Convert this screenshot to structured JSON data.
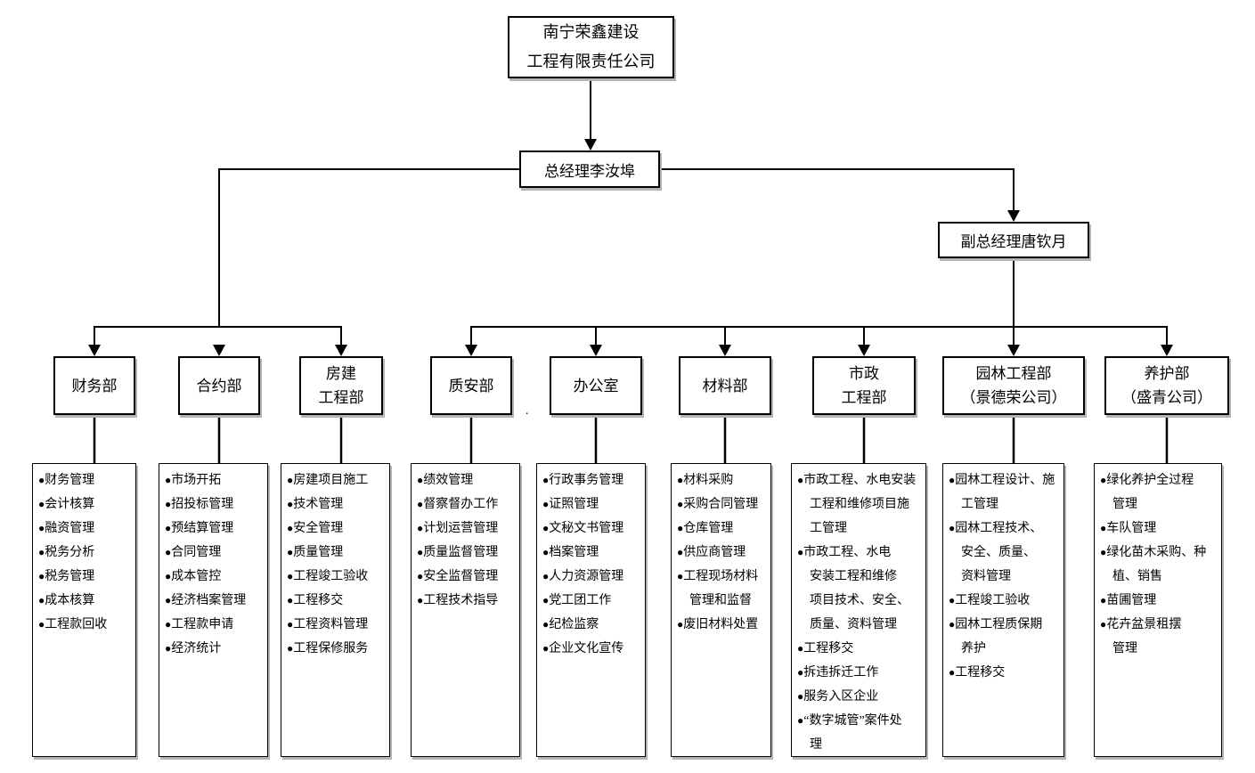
{
  "diagram": {
    "company": "南宁荣鑫建设\n工程有限责任公司",
    "general_manager": "总经理李汝埠",
    "deputy_general_manager": "副总经理唐钦月",
    "bullet_icon": "●",
    "stray_mark": ".",
    "departments": [
      {
        "name": "财务部",
        "duties": [
          "财务管理",
          "会计核算",
          "融资管理",
          "税务分析",
          "税务管理",
          "成本核算",
          "工程款回收"
        ]
      },
      {
        "name": "合约部",
        "duties": [
          "市场开拓",
          "招投标管理",
          "预结算管理",
          "合同管理",
          "成本管控",
          "经济档案管理",
          "工程款申请",
          "经济统计"
        ]
      },
      {
        "name": "房建\n工程部",
        "duties": [
          "房建项目施工",
          "技术管理",
          "安全管理",
          "质量管理",
          "工程竣工验收",
          "工程移交",
          "工程资料管理",
          "工程保修服务"
        ]
      },
      {
        "name": "质安部",
        "duties": [
          "绩效管理",
          "督察督办工作",
          "计划运营管理",
          "质量监督管理",
          "安全监督管理",
          "工程技术指导"
        ]
      },
      {
        "name": "办公室",
        "duties": [
          "行政事务管理",
          "证照管理",
          "文秘文书管理",
          "档案管理",
          "人力资源管理",
          "党工团工作",
          "纪检监察",
          "企业文化宣传"
        ]
      },
      {
        "name": "材料部",
        "duties": [
          "材料采购",
          "采购合同管理",
          "仓库管理",
          "供应商管理",
          "工程现场材料\n管理和监督",
          "废旧材料处置"
        ]
      },
      {
        "name": "市政\n工程部",
        "duties": [
          "市政工程、水电安装\n工程和维修项目施\n工管理",
          "市政工程、水电\n安装工程和维修\n项目技术、安全、\n质量、资料管理",
          "工程移交",
          "拆违拆迁工作",
          "服务入区企业",
          "“数字城管”案件处\n理"
        ]
      },
      {
        "name": "园林工程部\n（景德荣公司）",
        "duties": [
          "园林工程设计、施\n工管理",
          "园林工程技术、\n安全、质量、\n资料管理",
          "工程竣工验收",
          "园林工程质保期\n养护",
          "工程移交"
        ]
      },
      {
        "name": "养护部\n（盛青公司）",
        "duties": [
          "绿化养护全过程\n管理",
          "车队管理",
          "绿化苗木采购、种\n植、销售",
          "苗圃管理",
          "花卉盆景租摆\n管理"
        ]
      }
    ]
  }
}
